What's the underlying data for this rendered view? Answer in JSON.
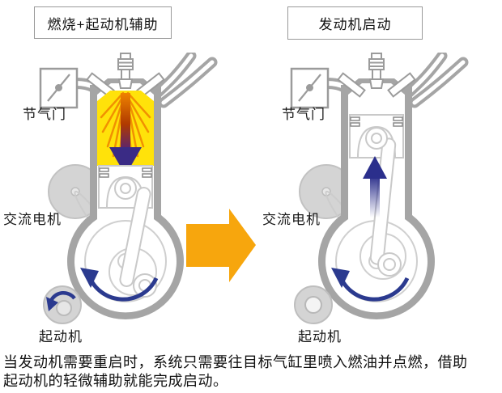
{
  "left_panel": {
    "title": "燃烧+起动机辅助",
    "throttle_label": "节气门",
    "ac_motor_label": "交流电机",
    "starter_label": "起动机"
  },
  "right_panel": {
    "title": "发动机启动",
    "throttle_label": "节气门",
    "ac_motor_label": "交流电机",
    "starter_label": "起动机"
  },
  "caption": {
    "line1": "当发动机需要重启时，系统只需要往目标气缸里喷入燃油并点燃，借助",
    "line2": "起动机的轻微辅助就能完成启动。"
  },
  "colors": {
    "transition_arrow": "#F7A60D",
    "combustion_yellow": "#FFE20A",
    "flame_orange": "#F08300",
    "rotation_blue": "#2B3A8F",
    "engine_outline_gray": "#A5A5A5"
  }
}
